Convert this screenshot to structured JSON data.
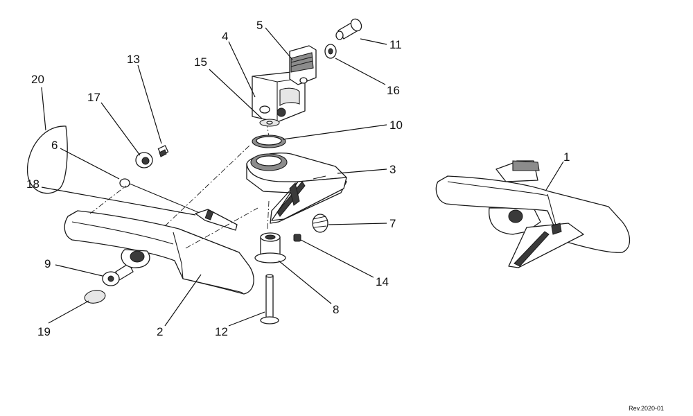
{
  "labels": {
    "l1": "1",
    "l2": "2",
    "l3": "3",
    "l4": "4",
    "l5": "5",
    "l6": "6",
    "l7": "7",
    "l8": "8",
    "l9": "9",
    "l10": "10",
    "l11": "11",
    "l12": "12",
    "l13": "13",
    "l14": "14",
    "l15": "15",
    "l16": "16",
    "l17": "17",
    "l18": "18",
    "l19": "19",
    "l20": "20"
  },
  "revision": "Rev.2020-01"
}
